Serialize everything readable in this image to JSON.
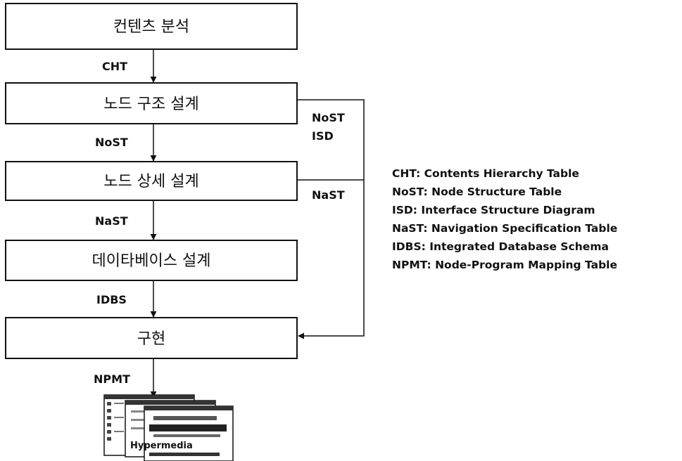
{
  "steps": [
    {
      "label": "컨텐츠 분석"
    },
    {
      "label": "노드 구조 설계"
    },
    {
      "label": "노드 상세 설계"
    },
    {
      "label": "데이타베이스 설계"
    },
    {
      "label": "구현"
    }
  ],
  "flow_labels": {
    "cht": "CHT",
    "nost": "NoST",
    "nast": "NaST",
    "idbs": "IDBS",
    "npmt": "NPMT"
  },
  "side_labels": {
    "nost": "NoST",
    "isd": "ISD",
    "nast": "NaST"
  },
  "output": {
    "label": "Hypermedia"
  },
  "legend": [
    {
      "text": "CHT: Contents Hierarchy Table"
    },
    {
      "text": "NoST: Node Structure Table"
    },
    {
      "text": "ISD: Interface Structure Diagram"
    },
    {
      "text": "NaST: Navigation Specification Table"
    },
    {
      "text": "IDBS: Integrated Database Schema"
    },
    {
      "text": "NPMT: Node-Program Mapping Table"
    }
  ]
}
